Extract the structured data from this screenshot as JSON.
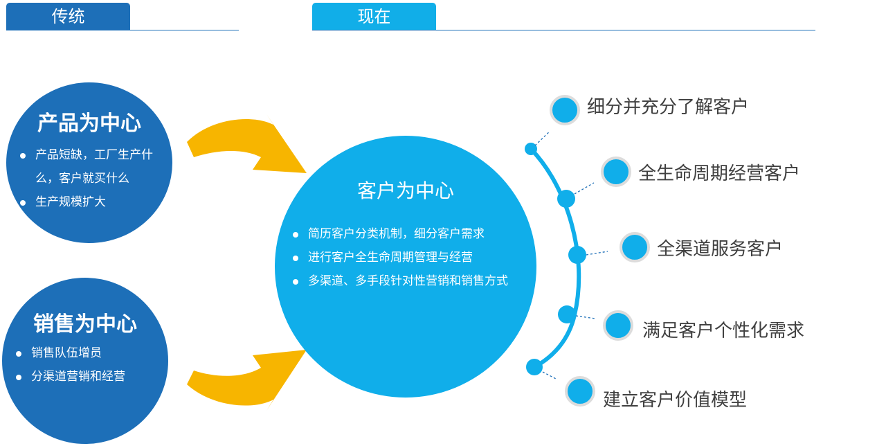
{
  "header": {
    "left_tab": "传统",
    "right_tab": "现在"
  },
  "traditional": {
    "product": {
      "title": "产品为中心",
      "bullets": [
        "产品短缺，工厂生产什么，客户就买什么",
        "生产规模扩大"
      ]
    },
    "sales": {
      "title": "销售为中心",
      "bullets": [
        "销售队伍增员",
        "分渠道营销和经营"
      ]
    }
  },
  "current": {
    "title": "客户为中心",
    "bullets": [
      "简历客户分类机制，细分客户需求",
      "进行客户全生命周期管理与经营",
      "多渠道、多手段针对性营销和销售方式"
    ]
  },
  "outcomes": [
    "细分并充分了解客户",
    "全生命周期经营客户",
    "全渠道服务客户",
    "满足客户个性化需求",
    "建立客户价值模型"
  ],
  "colors": {
    "dark_blue": "#1d6fb8",
    "light_blue": "#10aeea",
    "arrow_yellow": "#f7b500",
    "label_gray": "#404040"
  }
}
